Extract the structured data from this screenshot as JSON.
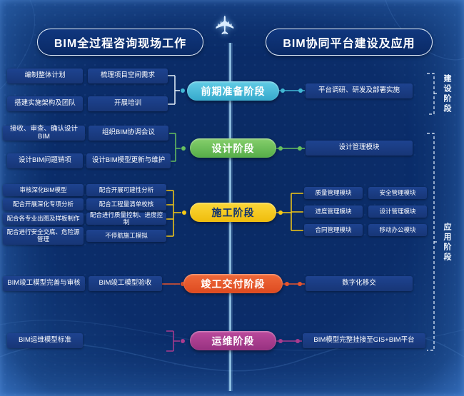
{
  "headers": {
    "left": "BIM全过程咨询现场工作",
    "right": "BIM协同平台建设及应用"
  },
  "phases": [
    {
      "label": "前期准备阶段",
      "color": "#41b8d5"
    },
    {
      "label": "设计阶段",
      "color": "#67c05f"
    },
    {
      "label": "施工阶段",
      "color": "#f6c915"
    },
    {
      "label": "竣工交付阶段",
      "color": "#e8542c"
    },
    {
      "label": "运维阶段",
      "color": "#aa3b8e"
    }
  ],
  "left_tasks": {
    "prep": [
      "编制整体计划",
      "梳理项目空间需求",
      "搭建实施架构及团队",
      "开展培训"
    ],
    "design": [
      "接收、审查、确认设计BIM",
      "组织BIM协调会议",
      "设计BIM问题销项",
      "设计BIM模型更新与维护"
    ],
    "construction_col1": [
      "审核深化BIM模型",
      "配合开展深化专项分析",
      "配合各专业出图及样板制作",
      "配合进行安全交底、危险源管理"
    ],
    "construction_col2": [
      "配合开展可建性分析",
      "配合工程量清单校核",
      "配合进行质量控制、进度控制",
      "不停航施工模拟"
    ],
    "handover": [
      "BIM竣工模型完善与审核",
      "BIM竣工模型验收"
    ],
    "operation": [
      "BIM运维模型标准"
    ]
  },
  "right_modules": {
    "prep": "平台调研、研发及部署实施",
    "design": "设计管理模块",
    "construction": [
      "质量管理模块",
      "安全管理模块",
      "进度管理模块",
      "设计管理模块",
      "合同管理模块",
      "移动办公模块"
    ],
    "handover": "数字化移交",
    "operation": "BIM模型完整挂接至GIS+BIM平台"
  },
  "side_labels": {
    "build": "建设阶段",
    "apply": "应用阶段"
  },
  "icons": {
    "airplane": "airplane-icon"
  },
  "colors": {
    "background": "#0b2d6a",
    "box_blue": "#1a3b82",
    "prep": "#41b8d5",
    "design": "#67c05f",
    "construction": "#f6c915",
    "handover": "#e8542c",
    "operation": "#aa3b8e"
  }
}
